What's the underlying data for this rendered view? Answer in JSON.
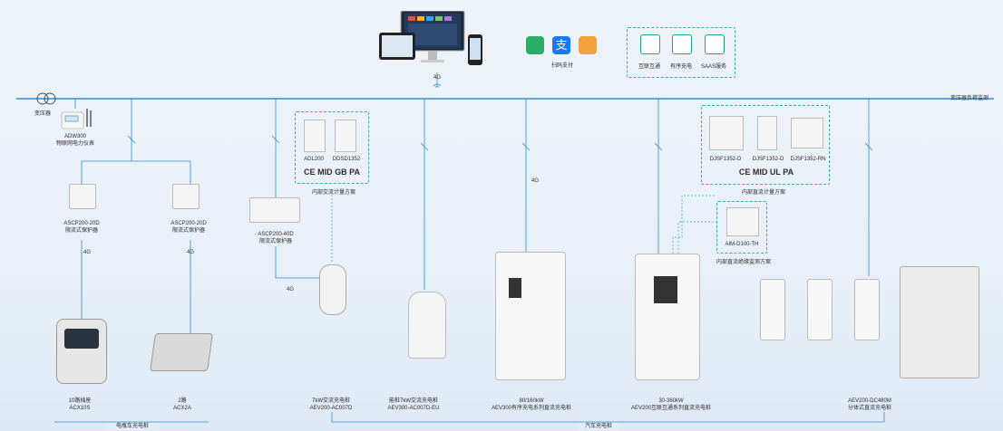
{
  "top": {
    "network": "4G",
    "pay_label": "扫码支付",
    "features": [
      "互联互通",
      "有序充电",
      "SAAS服务"
    ]
  },
  "bus": {
    "transformer_label": "变压器",
    "right_label": "变压器负荷监测"
  },
  "meter": {
    "model": "ADW300",
    "desc": "物联网电力仪表"
  },
  "protectors": [
    {
      "model": "ASCP200-20D",
      "desc": "限流式保护器",
      "net": "4G"
    },
    {
      "model": "ASCP200-20D",
      "desc": "限流式保护器",
      "net": "4G"
    },
    {
      "model": "ASCP200-40D",
      "desc": "限流式保护器"
    }
  ],
  "ac_metering": {
    "devices": [
      "ADL200",
      "DDSD1352"
    ],
    "certs": [
      "CE",
      "MID",
      "GB",
      "PA"
    ],
    "caption": "内部交流计量方案"
  },
  "dc_metering": {
    "devices": [
      "DJSF1352-D",
      "DJSF1352-D",
      "DJSF1352-RN"
    ],
    "certs": [
      "CE",
      "MID",
      "UL",
      "PA"
    ],
    "caption": "内部直流计量方案"
  },
  "insulation": {
    "model": "AIM-D100-TH",
    "caption": "内部直流绝缘监测方案"
  },
  "net_labels": {
    "ac_charger": "4G",
    "dc_charger": "4G"
  },
  "chargers": [
    {
      "line1": "10路插座",
      "line2": "ACX10S"
    },
    {
      "line1": "2路",
      "line2": "ACX2A"
    },
    {
      "line1": "7kW交流充电桩",
      "line2": "AEV200-AC007D"
    },
    {
      "line1": "能桩7kW交流充电桩",
      "line2": "AEV300-AC007D-EU"
    },
    {
      "line1": "80/160kW",
      "line2": "AEV300有序充电系列直流充电桩"
    },
    {
      "line1": "30-360kW",
      "line2": "AEV200互联互通系列直流充电桩"
    },
    {
      "line1": "AEV200-DC480M",
      "line2": "分体式直流充电桩"
    }
  ],
  "groups": {
    "ebike": "电瓶车充电桩",
    "car": "汽车充电桩"
  },
  "colors": {
    "accent": "#1aa58a",
    "bus": "#2a8fd6",
    "dash": "#35b39a"
  }
}
